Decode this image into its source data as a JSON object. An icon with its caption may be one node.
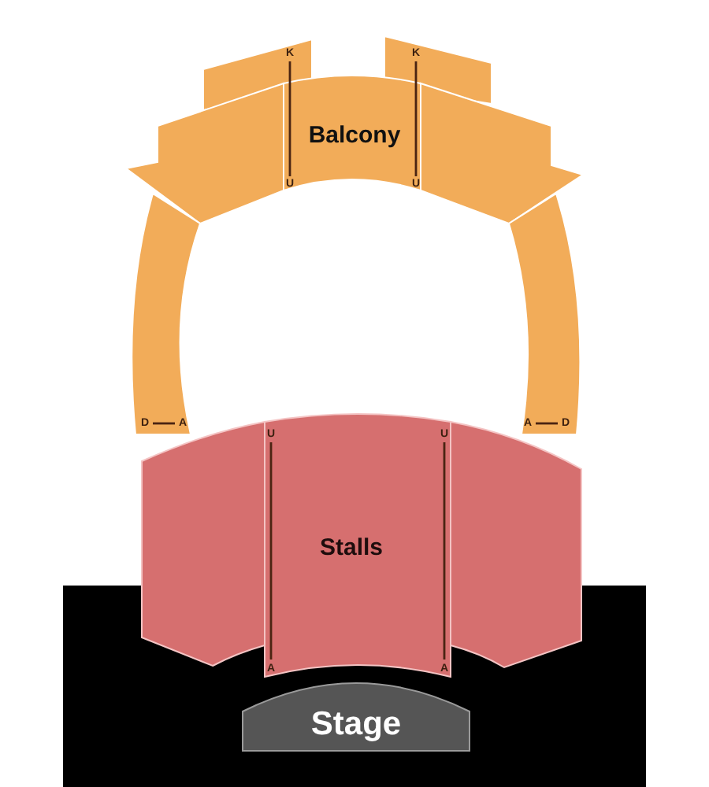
{
  "diagram": {
    "nodes": [
      {
        "text": [],
        "shape": "box"
      },
      {
        "text": [],
        "shape": "box"
      },
      {
        "text": [],
        "shape": "box"
      },
      {
        "text": [
          "Balcony"
        ]
      },
      {
        "text": [],
        "shape": "box"
      },
      {
        "text": [],
        "shape": "box"
      },
      {
        "text": [],
        "shape": "box"
      },
      {
        "text": [],
        "shape": "box"
      },
      {
        "text": [
          "Stalls"
        ]
      },
      {
        "text": [],
        "shape": "box"
      },
      {
        "text": [
          "Stage"
        ]
      }
    ],
    "labels": [
      "K",
      "K",
      "U",
      "U",
      "D",
      "A",
      "A",
      "D",
      "U",
      "U",
      "A",
      "A"
    ]
  }
}
